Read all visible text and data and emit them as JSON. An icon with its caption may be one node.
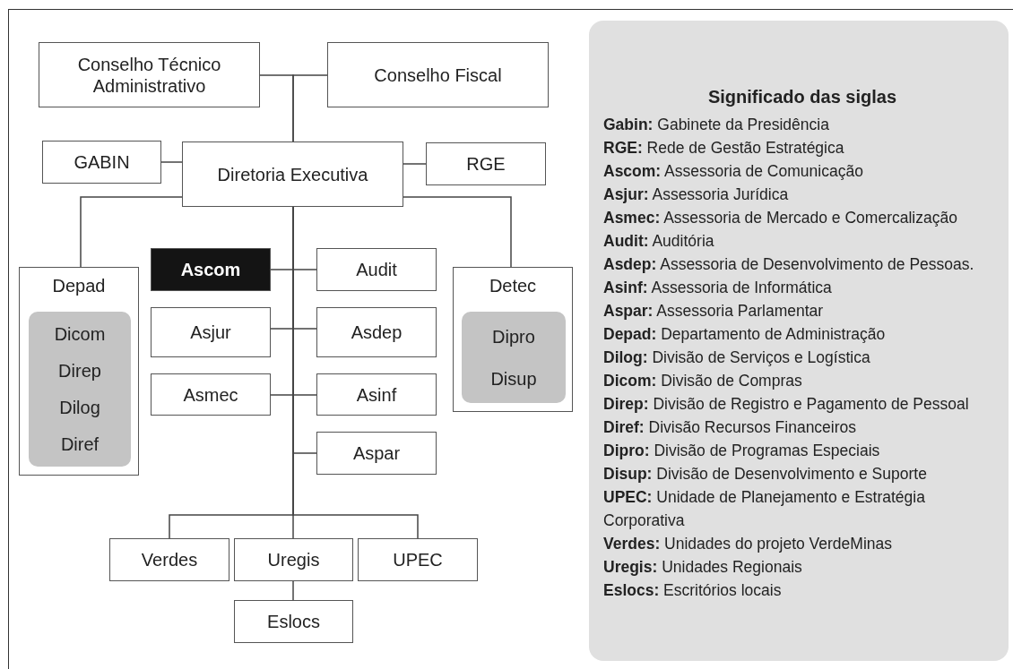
{
  "diagram": {
    "nodes": [
      {
        "text": [
          "Conselho Técnico Administrativo"
        ]
      },
      {
        "text": [
          "Conselho Fiscal"
        ]
      },
      {
        "text": [
          "GABIN"
        ]
      },
      {
        "text": [
          "Diretoria Executiva"
        ]
      },
      {
        "text": [
          "RGE"
        ]
      },
      {
        "text": [
          "Depad"
        ]
      },
      {
        "text": [
          "Dicom",
          "Direp",
          "Dilog",
          "Diref"
        ],
        "in": 5
      },
      {
        "text": [
          "Detec"
        ]
      },
      {
        "text": [
          "Dipro",
          "Disup"
        ],
        "in": 7
      },
      {
        "text": [
          "Ascom"
        ]
      },
      {
        "text": [
          "Audit"
        ]
      },
      {
        "text": [
          "Asjur"
        ]
      },
      {
        "text": [
          "Asdep"
        ]
      },
      {
        "text": [
          "Asmec"
        ]
      },
      {
        "text": [
          "Asinf"
        ]
      },
      {
        "text": [
          "Aspar"
        ]
      },
      {
        "text": [
          "Verdes"
        ]
      },
      {
        "text": [
          "Uregis"
        ]
      },
      {
        "text": [
          "UPEC"
        ]
      },
      {
        "text": [
          "Eslocs"
        ]
      },
      {
        "text": [
          "Significado das siglas",
          "**Gabin:** Gabinete da Presidência",
          "**RGE:** Rede de Gestão Estratégica",
          "**Ascom:** Assessoria de Comunicação",
          "**Asjur:** Assessoria Jurídica",
          "**Asmec:** Assessoria de Mercado e Comercalização",
          "**Audit:** Auditória",
          "**Asdep:** Assessoria de Desenvolvimento de Pessoas.",
          "**Asinf:** Assessoria de Informática",
          "**Aspar:** Assessoria Parlamentar",
          "**Depad:** Departamento de Administração",
          "**Dilog:** Divisão de Serviços e Logística",
          "**Dicom:** Divisão de Compras",
          "**Direp:** Divisão de Registro e Pagamento de Pessoal",
          "**Diref:** Divisão Recursos Financeiros",
          "**Dipro:** Divisão de Programas Especiais",
          "**Disup:** Divisão de Desenvolvimento e Suporte",
          "**UPEC:** Unidade de Planejamento e Estratégia Corporativa",
          "**Verdes:** Unidades do projeto VerdeMinas",
          "**Uregis:** Unidades Regionais",
          "**Eslocs:** Escritórios locais"
        ]
      }
    ],
    "edges": [
      {
        "from": 0,
        "to": 3,
        "arrow": "none"
      },
      {
        "from": 1,
        "to": 3,
        "arrow": "none"
      },
      {
        "from": 2,
        "to": 3,
        "arrow": "none"
      },
      {
        "from": 3,
        "to": 4,
        "arrow": "none"
      },
      {
        "from": 3,
        "to": 5,
        "arrow": "none"
      },
      {
        "from": 3,
        "to": 7,
        "arrow": "none"
      },
      {
        "from": 3,
        "to": 9,
        "arrow": "none"
      },
      {
        "from": 3,
        "to": 10,
        "arrow": "none"
      },
      {
        "from": 3,
        "to": 11,
        "arrow": "none"
      },
      {
        "from": 3,
        "to": 12,
        "arrow": "none"
      },
      {
        "from": 3,
        "to": 13,
        "arrow": "none"
      },
      {
        "from": 3,
        "to": 14,
        "arrow": "none"
      },
      {
        "from": 3,
        "to": 15,
        "arrow": "none"
      },
      {
        "from": 3,
        "to": 16,
        "arrow": "none"
      },
      {
        "from": 3,
        "to": 17,
        "arrow": "none"
      },
      {
        "from": 3,
        "to": 18,
        "arrow": "none"
      },
      {
        "from": 17,
        "to": 19,
        "arrow": "none"
      }
    ]
  }
}
